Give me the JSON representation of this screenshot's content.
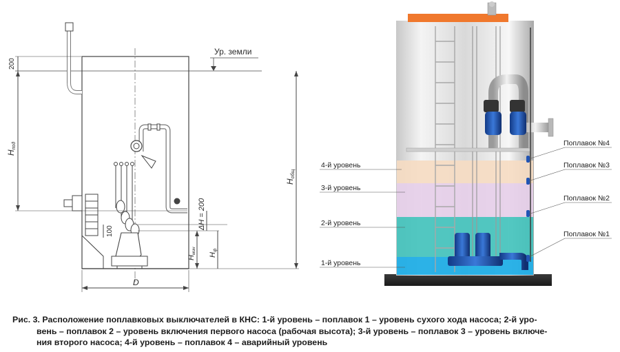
{
  "left_drawing": {
    "ground_label": "Ур. земли",
    "dim_200_top": "200",
    "dim_h_pod": "H",
    "dim_h_pod_sub": "под",
    "dim_h_obsh": "H",
    "dim_h_obsh_sub": "общ",
    "dim_dh": "ΔH = 200",
    "dim_100": "100",
    "dim_h_min": "H",
    "dim_h_min_sub": "мин",
    "dim_h_f": "H",
    "dim_h_f_sub": "ф",
    "dim_d": "D"
  },
  "right_drawing": {
    "levels": [
      {
        "label": "4-й уровень"
      },
      {
        "label": "3-й уровень"
      },
      {
        "label": "2-й уровень"
      },
      {
        "label": "1-й уровень"
      }
    ],
    "floats": [
      {
        "label": "Поплавок №4"
      },
      {
        "label": "Поплавок №3"
      },
      {
        "label": "Поплавок №2"
      },
      {
        "label": "Поплавок №1"
      }
    ],
    "colors": {
      "level4": "#f6dcc2",
      "level3": "#e6cfe9",
      "level2": "#40c2bb",
      "level1": "#21aee6",
      "lid": "#f0782d",
      "pump": "#1e4fa6"
    }
  },
  "caption": {
    "line1": "Рис. 3. Расположение поплавковых выключателей в КНС: 1-й уровень – поплавок 1 – уровень сухого хода насоса; 2-й уро-",
    "line2": "вень – поплавок 2 – уровень включения первого насоса (рабочая высота); 3-й уровень – поплавок 3 – уровень включе-",
    "line3": "ния второго насоса; 4-й уровень – поплавок 4 – аварийный уровень"
  }
}
